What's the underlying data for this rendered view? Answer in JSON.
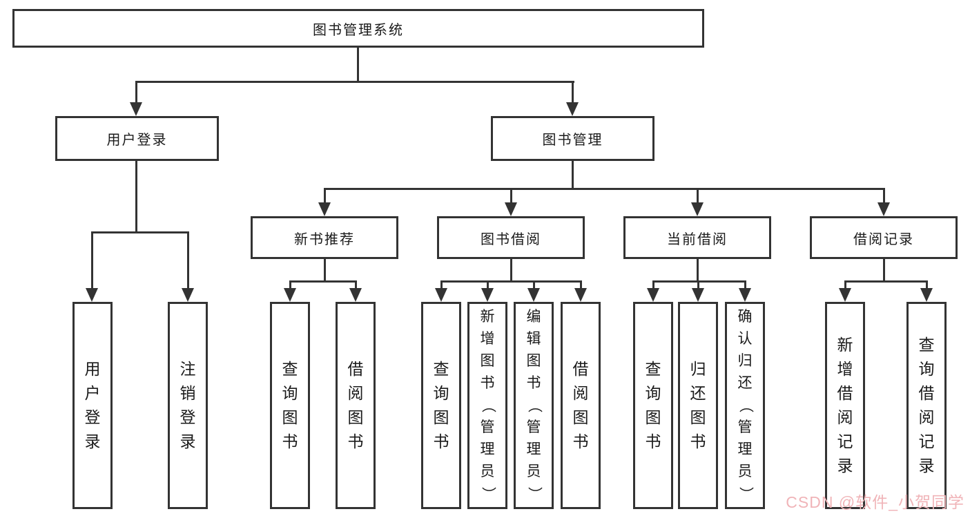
{
  "diagram": {
    "root": {
      "label": "图书管理系统"
    },
    "branches": [
      {
        "label": "用户登录",
        "children": [
          "用户登录",
          "注销登录"
        ]
      },
      {
        "label": "图书管理",
        "sections": [
          {
            "label": "新书推荐",
            "children": [
              "查询图书",
              "借阅图书"
            ]
          },
          {
            "label": "图书借阅",
            "children": [
              "查询图书",
              "新增图书（管理员）",
              "编辑图书（管理员）",
              "借阅图书"
            ]
          },
          {
            "label": "当前借阅",
            "children": [
              "查询图书",
              "归还图书",
              "确认归还（管理员）"
            ]
          },
          {
            "label": "借阅记录",
            "children": [
              "新增借阅记录",
              "查询借阅记录"
            ]
          }
        ]
      }
    ]
  },
  "watermark": {
    "text": "CSDN @软件_小贺同学",
    "color": "#f0b4b8"
  },
  "colors": {
    "line": "#333333",
    "text": "#1a1a1a",
    "background": "#ffffff"
  }
}
